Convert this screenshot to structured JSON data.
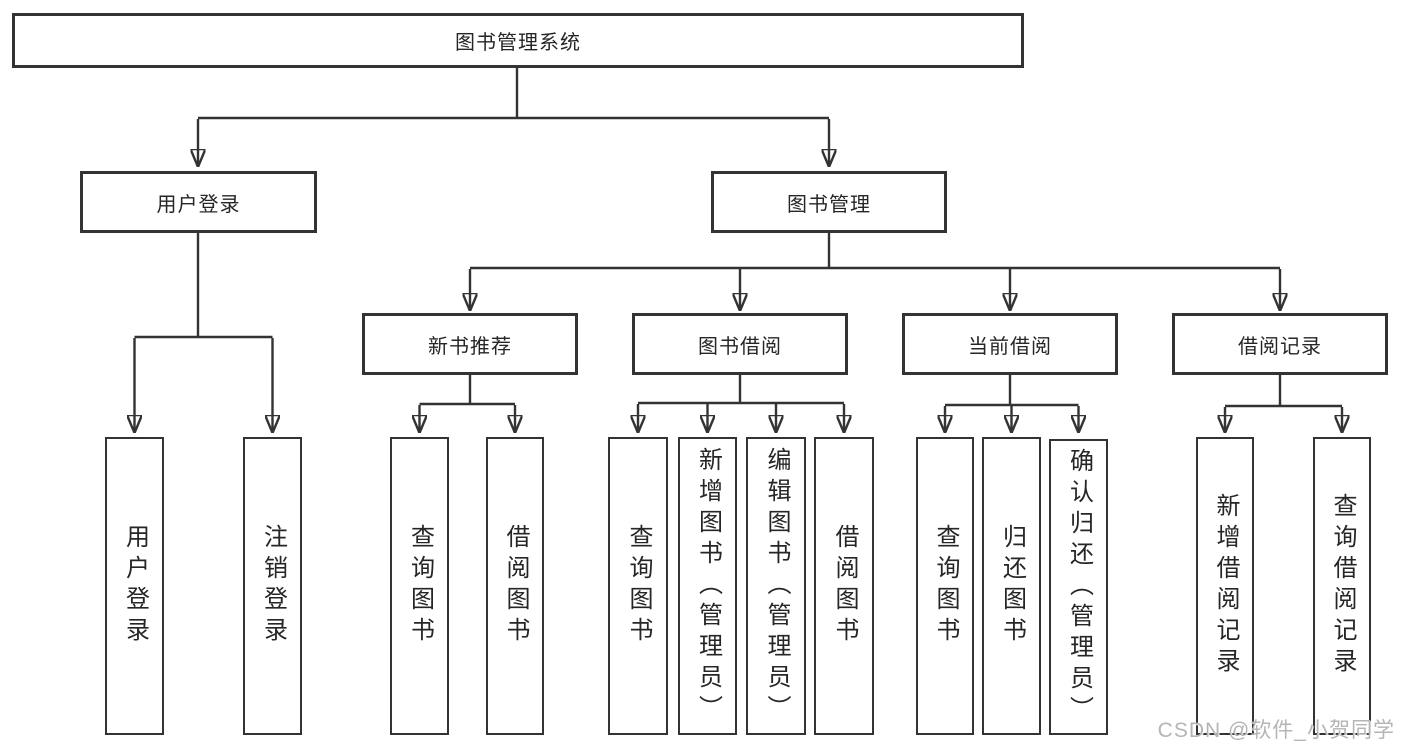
{
  "tree": {
    "root": {
      "label": "图书管理系统"
    },
    "branches": [
      {
        "label": "用户登录",
        "children": [
          {
            "label": "用户登录"
          },
          {
            "label": "注销登录"
          }
        ]
      },
      {
        "label": "图书管理",
        "children": [
          {
            "label": "新书推荐",
            "children": [
              {
                "label": "查询图书"
              },
              {
                "label": "借阅图书"
              }
            ]
          },
          {
            "label": "图书借阅",
            "children": [
              {
                "label": "查询图书"
              },
              {
                "label": "新增图书（管理员）"
              },
              {
                "label": "编辑图书（管理员）"
              },
              {
                "label": "借阅图书"
              }
            ]
          },
          {
            "label": "当前借阅",
            "children": [
              {
                "label": "查询图书"
              },
              {
                "label": "归还图书"
              },
              {
                "label": "确认归还（管理员）"
              }
            ]
          },
          {
            "label": "借阅记录",
            "children": [
              {
                "label": "新增借阅记录"
              },
              {
                "label": "查询借阅记录"
              }
            ]
          }
        ]
      }
    ]
  },
  "watermark": {
    "text": "CSDN @软件_小贺同学"
  },
  "colors": {
    "box_border": "#333333",
    "connector": "#333333",
    "text": "#262626",
    "watermark": "#b5b5b5",
    "background": "#ffffff"
  }
}
